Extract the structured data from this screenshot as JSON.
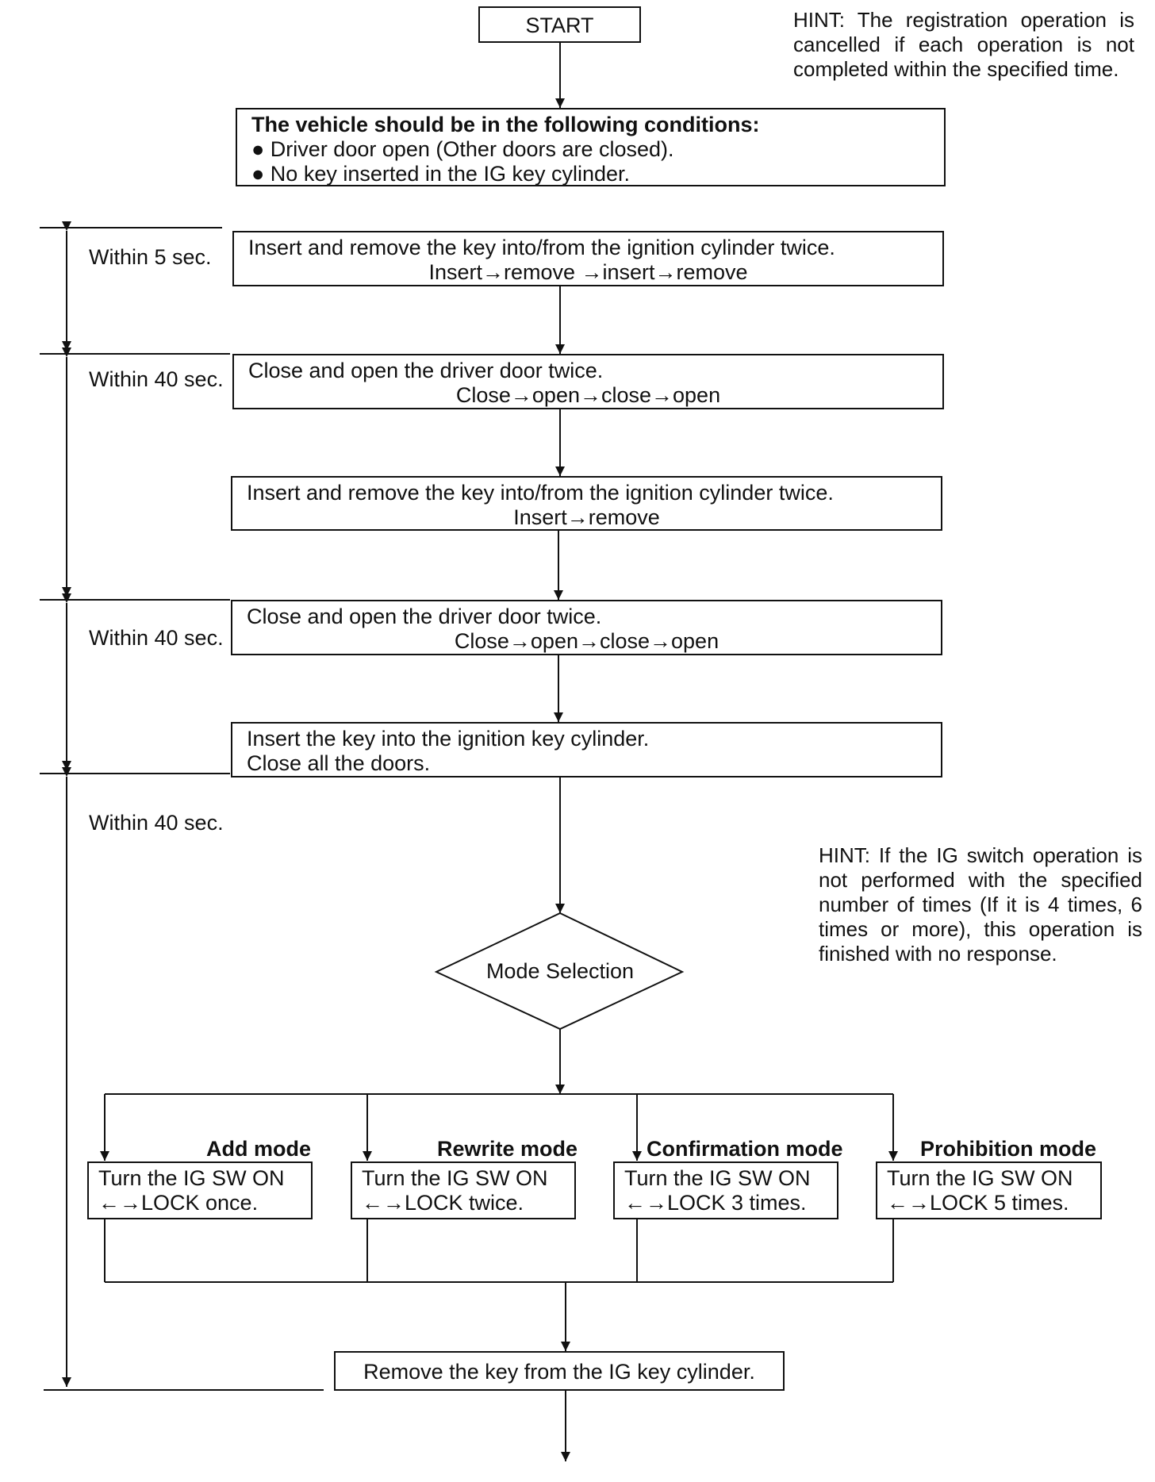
{
  "start": "START",
  "hints": {
    "top": "HINT: The registration operation is cancelled if each operation is not completed within the specified time.",
    "middle": "HINT: If the IG switch operation is not performed with the specified number of times (If it is 4 times, 6 times or more), this operation is finished with no response."
  },
  "conditions": {
    "title": "The vehicle should be in the following conditions:",
    "items": [
      "● Driver door open (Other doors are closed).",
      "● No key inserted in the IG key cylinder."
    ]
  },
  "timers": [
    "Within 5 sec.",
    "Within 40 sec.",
    "Within 40 sec.",
    "Within 40 sec."
  ],
  "steps": [
    {
      "text": "Insert and remove the key into/from the ignition cylinder twice.",
      "sub": "Insert→remove →insert→remove"
    },
    {
      "text": "Close and open the driver door twice.",
      "sub": "Close→open→close→open"
    },
    {
      "text": "Insert and remove the key into/from the ignition cylinder twice.",
      "sub": "Insert→remove"
    },
    {
      "text": "Close and open the driver door twice.",
      "sub": "Close→open→close→open"
    },
    {
      "text": "Insert the key into the ignition key cylinder.",
      "sub": "Close all the doors."
    }
  ],
  "decision": "Mode Selection",
  "modes": [
    {
      "name": "Add mode",
      "line1": "Turn the IG SW ON",
      "line2": "←→LOCK once."
    },
    {
      "name": "Rewrite mode",
      "line1": "Turn the IG SW ON",
      "line2": "←→LOCK twice."
    },
    {
      "name": "Confirmation mode",
      "line1": "Turn the IG SW ON",
      "line2": "←→LOCK 3 times."
    },
    {
      "name": "Prohibition mode",
      "line1": "Turn the IG SW ON",
      "line2": "←→LOCK 5 times."
    }
  ],
  "final_step": "Remove the key from the IG key cylinder."
}
